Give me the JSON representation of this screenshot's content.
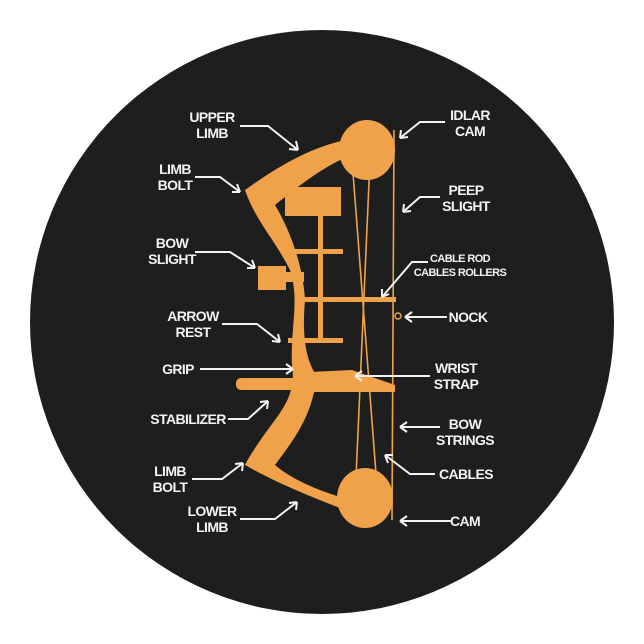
{
  "colors": {
    "background": "#1e1e1e",
    "bow": "#f0a24b",
    "text": "#f2f2f2",
    "page": "#ffffff"
  },
  "labels": {
    "upper_limb": [
      "UPPER",
      "LIMB"
    ],
    "limb_bolt_top": [
      "LIMB",
      "BOLT"
    ],
    "bow_sight": [
      "BOW",
      "SLIGHT"
    ],
    "arrow_rest": [
      "ARROW",
      "REST"
    ],
    "grip": [
      "GRIP"
    ],
    "stabilizer": [
      "STABILIZER"
    ],
    "limb_bolt_bottom": [
      "LIMB",
      "BOLT"
    ],
    "lower_limb": [
      "LOWER",
      "LIMB"
    ],
    "idlar_cam": [
      "IDLAR",
      "CAM"
    ],
    "peep_sight": [
      "PEEP",
      "SLIGHT"
    ],
    "cable_rod": [
      "CABLE ROD",
      "CABLES ROLLERS"
    ],
    "nock": [
      "NOCK"
    ],
    "wrist_strap": [
      "WRIST",
      "STRAP"
    ],
    "bow_strings": [
      "BOW",
      "STRINGS"
    ],
    "cables": [
      "CABLES"
    ],
    "cam": [
      "CAM"
    ]
  }
}
